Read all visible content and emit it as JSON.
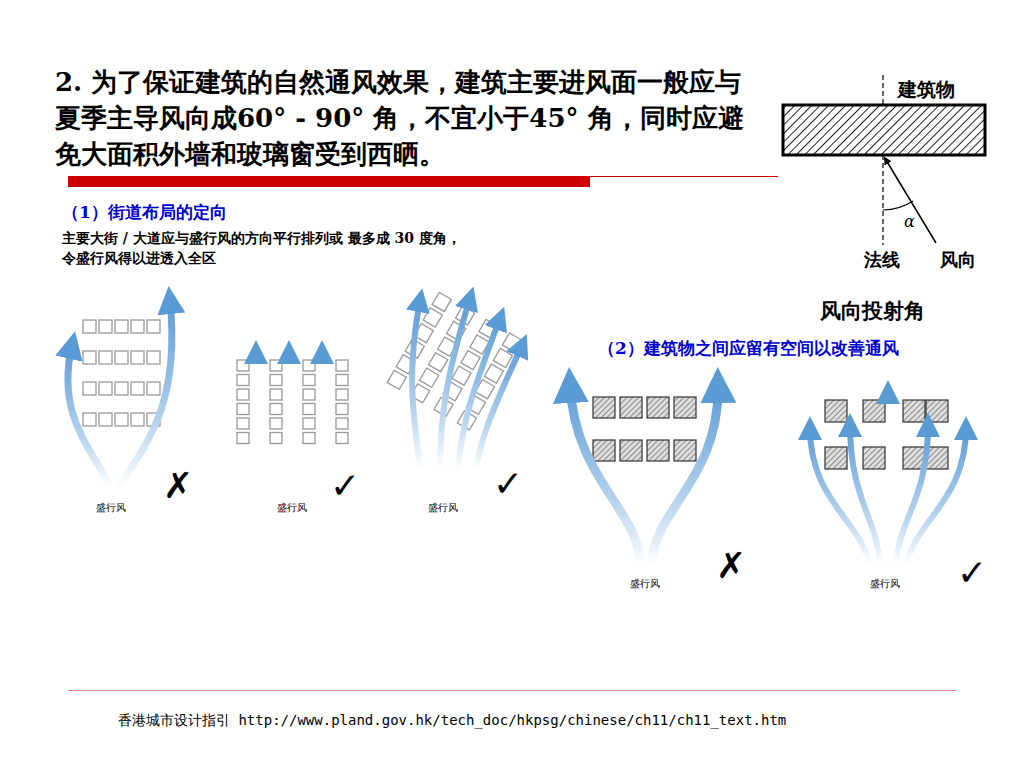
{
  "diagram": {
    "title": "2. 为了保证建筑的自然通风效果，建筑主要进风面一般应与夏季主导风向成60° - 90° 角，不宜小于45° 角，同时应避免大面积外墙和玻璃窗受到西晒。",
    "caption": "香港城市设计指引 http://www.pland.gov.hk/tech_doc/hkpsg/chinese/ch11/ch11_text.htm",
    "labels": [
      "建筑物",
      "α",
      "法线",
      "风向",
      "风向投射角",
      "（1）街道布局的定向",
      "主要大街 / 大道应与盛行风的方向平行排列或 最多成 30 度角，令盛行风得以进透入全区",
      "（2）建筑物之间应留有空间以改善通风",
      "盛行风",
      "✗",
      "盛行风",
      "✓",
      "盛行风",
      "✓",
      "盛行风",
      "✗",
      "盛行风",
      "✓"
    ]
  }
}
